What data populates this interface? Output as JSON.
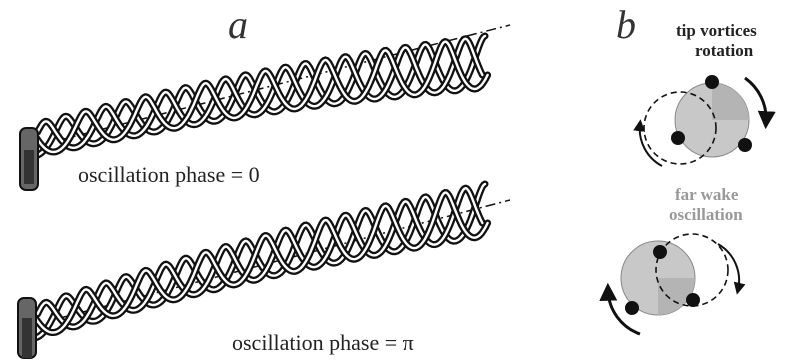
{
  "panel_a": {
    "letter": "a",
    "top_caption": "oscillation phase = 0",
    "bottom_caption": "oscillation phase = π"
  },
  "panel_b": {
    "letter": "b",
    "tip_label_line1": "tip vortices",
    "tip_label_line2": "rotation",
    "wake_label_line1": "far wake",
    "wake_label_line2": "oscillation"
  },
  "colors": {
    "ink": "#111111",
    "helix_fill": "#ffffff",
    "disk_fill": "#c8c8c8",
    "grey_text": "#999999",
    "hub": "#555555"
  }
}
